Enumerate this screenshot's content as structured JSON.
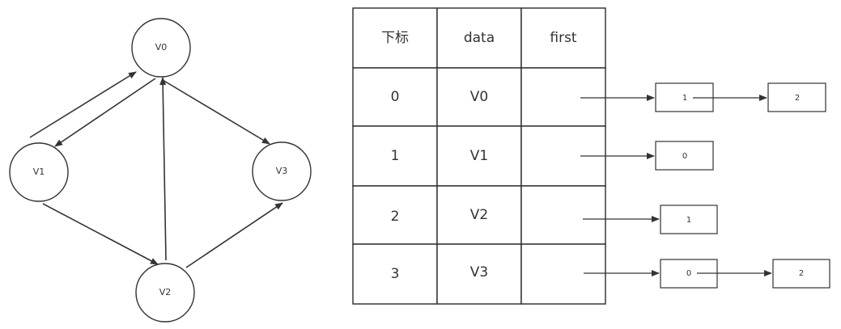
{
  "graph": {
    "nodes": [
      {
        "id": "V0",
        "label": "V0"
      },
      {
        "id": "V1",
        "label": "V1"
      },
      {
        "id": "V2",
        "label": "V2"
      },
      {
        "id": "V3",
        "label": "V3"
      }
    ],
    "edges": [
      {
        "from": "V1",
        "to": "V0"
      },
      {
        "from": "V0",
        "to": "V1"
      },
      {
        "from": "V0",
        "to": "V3"
      },
      {
        "from": "V1",
        "to": "V2"
      },
      {
        "from": "V2",
        "to": "V0"
      },
      {
        "from": "V2",
        "to": "V3"
      }
    ]
  },
  "table": {
    "headers": [
      "下标",
      "data",
      "first"
    ],
    "rows": [
      {
        "index": "0",
        "data": "V0",
        "list": [
          "1",
          "2"
        ]
      },
      {
        "index": "1",
        "data": "V1",
        "list": [
          "0"
        ]
      },
      {
        "index": "2",
        "data": "V2",
        "list": [
          "1"
        ]
      },
      {
        "index": "3",
        "data": "V3",
        "list": [
          "0",
          "2"
        ]
      }
    ]
  },
  "colors": {
    "stroke": "#333333",
    "background": "#ffffff"
  }
}
